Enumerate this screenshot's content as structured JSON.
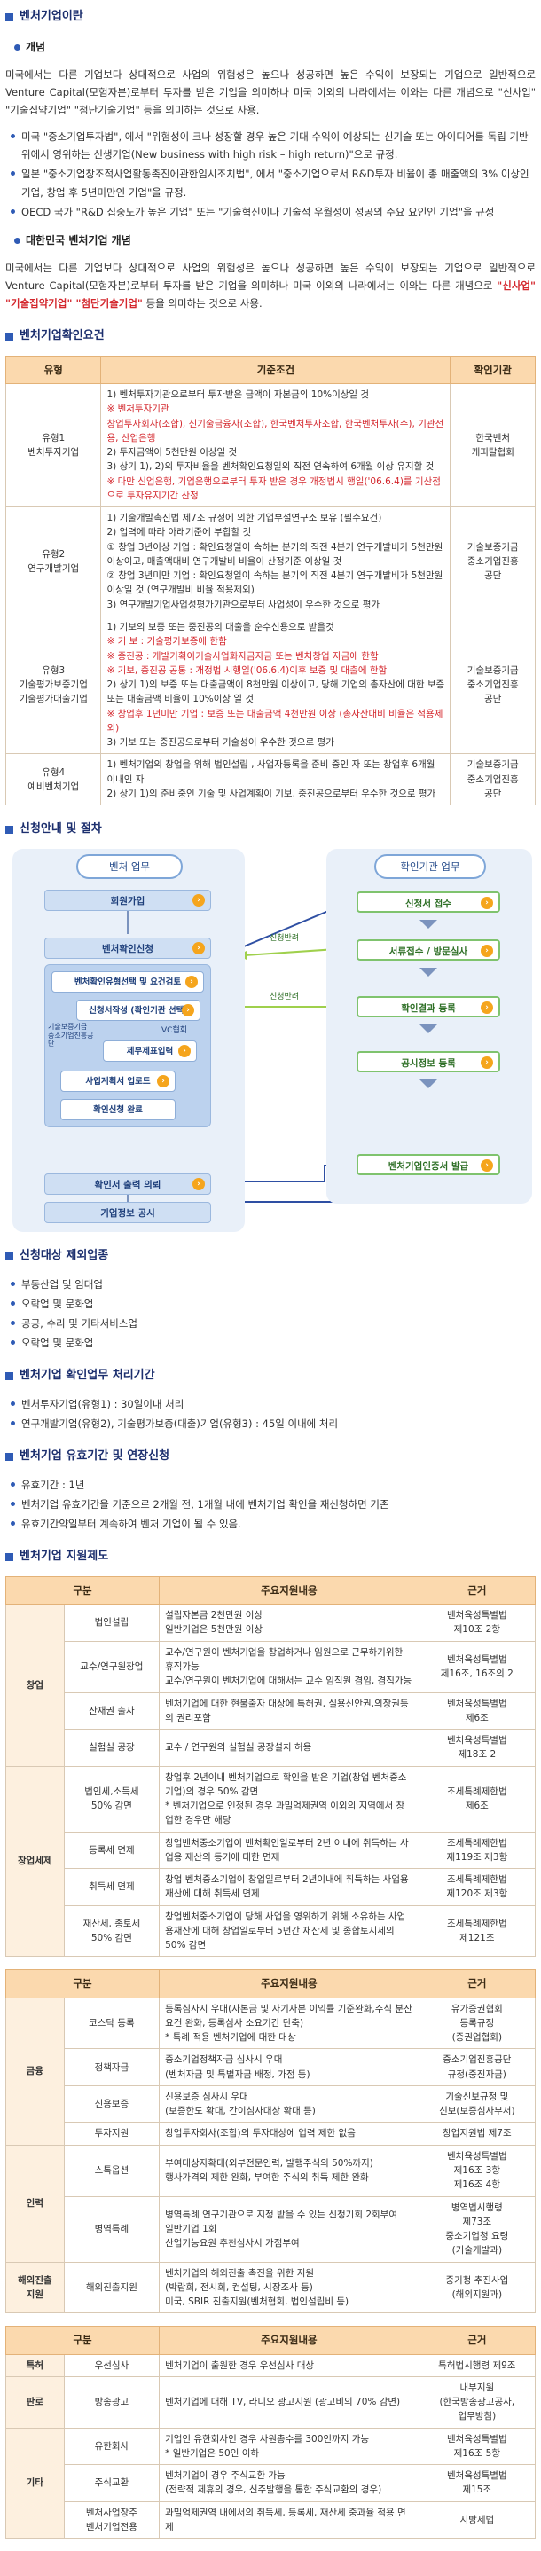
{
  "sections": {
    "s1_title": "벤처기업이란",
    "s1_sub1": "개념",
    "s1_para1": "미국에서는 다른 기업보다 상대적으로 사업의 위험성은 높으나 성공하면 높은 수익이 보장되는 기업으로 일반적으로 Venture Capital(모험자본)로부터 투자를 받은 기업을 의미하나 미국 이외의 나라에서는 이와는 다른 개념으로 \"신사업\" \"기술집약기업\" \"첨단기술기업\" 등을 의미하는 것으로 사용.",
    "s1_bullets": [
      "미국 \"중소기업투자법\", 에서 \"위험성이 크나 성장할 경우 높은 기대 수익이 예상되는 신기술 또는 아이디어를 독립 기반위에서 영위하는 신생기업(New business with high risk – high return)\"으로 규정.",
      "일본 \"중소기업창조적사업활동촉진에관한임시조치법\", 에서 \"중소기업으로서 R&D투자 비율이 총 매출액의 3% 이상인 기업, 창업 후 5년미만인 기업\"을 규정.",
      "OECD 국가 \"R&D 집중도가 높은 기업\" 또는 \"기술혁신이나 기술적 우월성이 성공의 주요 요인인 기업\"을 규정"
    ],
    "s1_sub2": "대한민국 벤처기업 개념",
    "s1_para2_pre": "미국에서는 다른 기업보다 상대적으로 사업의 위험성은 높으나 성공하면 높은 수익이 보장되는 기업으로 일반적으로 Venture Capital(모험자본)로부터 투자를 받은 기업을 의미하나 미국 이외의 나라에서는 이와는 다른 개념으로 ",
    "s1_para2_red": "\"신사업\" \"기술집약기업\" \"첨단기술기업\"",
    "s1_para2_post": " 등을 의미하는 것으로 사용.",
    "s2_title": "벤처기업확인요건",
    "s3_title": "신청안내 및 절차",
    "s4_title": "신청대상 제외업종",
    "s4_items": [
      "부동산업 및 임대업",
      "오락업 및 문화업",
      "공공, 수리 및 기타서비스업",
      "오락업 및 문화업"
    ],
    "s5_title": "벤처기업 확인업무 처리기간",
    "s5_items": [
      "벤처투자기업(유형1) : 30일이내 처리",
      "연구개발기업(유형2), 기술평가보증(대출)기업(유형3) : 45일 이내에 처리"
    ],
    "s6_title": "벤처기업 유효기간 및 연장신청",
    "s6_items": [
      "유효기간 : 1년",
      "벤처기업 유효기간을 기준으로 2개월 전, 1개월 내에 벤처기업 확인을 재신청하면 기존",
      "유효기간약일부터 계속하여 벤처 기업이 될 수 있음."
    ],
    "s7_title": "벤처기업 지원제도"
  },
  "requirements_table": {
    "headers": [
      "유형",
      "기준조건",
      "확인기관"
    ],
    "rows": [
      {
        "type": "유형1\n벤처투자기업",
        "cond_lines": [
          {
            "t": "1) 벤처투자기관으로부터 투자받은 금액이 자본금의 10%이상일 것",
            "red": false
          },
          {
            "t": "※ 벤처투자기관",
            "red": true
          },
          {
            "t": "창업투자회사(조합), 신기술금융사(조합), 한국벤처투자조합, 한국벤처투자(주), 기관전용, 산업은행",
            "red": true
          },
          {
            "t": "2) 투자금액이 5천만원 이상일 것",
            "red": false
          },
          {
            "t": "3) 상기 1), 2)의 투자비율을 벤처확인요청일의 직전 연속하여 6개월 이상 유지할 것",
            "red": false
          },
          {
            "t": "※ 다만 신업은행, 기업은행으로부터 투자 받은 경우 개정법시 행일('06.6.4)를 기산점으로 투자유지기간 산정",
            "red": true
          }
        ],
        "org": "한국벤처\n캐피탈협회"
      },
      {
        "type": "유형2\n연구개발기업",
        "cond_lines": [
          {
            "t": "1) 기술개발촉진법 제7조 규정에 의한 기업부설연구소 보유 (필수요건)",
            "red": false
          },
          {
            "t": "2) 업력에 따라 아래기준에 부합할 것",
            "red": false
          },
          {
            "t": "① 창업 3년이상 기업 : 확인요청일이 속하는 분기의 직전 4분기 연구개발비가 5천만원 이상이고, 매출액대비 연구개발비 비율이 산정기준 이상일 것",
            "red": false
          },
          {
            "t": "② 창업 3년미만 기업 : 확인요청일이 속하는 분기의 직전 4분기 연구개발비가 5천만원 이상일 것 (연구개발비 비율 적용제외)",
            "red": false
          },
          {
            "t": "3) 연구개발기업사업성평가기관으로부터 사업성이 우수한 것으로 평가",
            "red": false
          }
        ],
        "org": "기술보증기금\n중소기업진흥\n공단"
      },
      {
        "type": "유형3\n기술평가보증기업\n기술평가대출기업",
        "cond_lines": [
          {
            "t": "1) 기보의 보증 또는 중진공의 대출을 순수신용으로 받을것",
            "red": false
          },
          {
            "t": "※ 기 보 : 기술평가보증에 한함",
            "red": true
          },
          {
            "t": "※ 중진공 : 개발기획이기술사업화자금자금 또는 벤처창업 자금에 한함",
            "red": true
          },
          {
            "t": "※ 기보, 중진공 공통 : 개정법 시행일('06.6.4)이후 보증 및 대출에 한함",
            "red": true
          },
          {
            "t": "2) 상기 1)의 보증 또는 대출금액이 8천만원 이상이고, 당해 기업의 총자산에 대한 보증 또는 대출금액 비율이 10%이상 일 것",
            "red": false
          },
          {
            "t": "※ 창업후 1년미만 기업 : 보증 또는 대출금액 4천만원 이상 (총자산대비 비율은 적용제외)",
            "red": true
          },
          {
            "t": "3) 기보 또는 중진공으로부터 기술성이 우수한 것으로 평가",
            "red": false
          }
        ],
        "org": "기술보증기금\n중소기업진흥\n공단"
      },
      {
        "type": "유형4\n예비벤처기업",
        "cond_lines": [
          {
            "t": "1) 벤처기업의 창업을 위해 법인설립 , 사업자등록을 준비 중인 자 또는 창업후 6개월 이내인 자",
            "red": false
          },
          {
            "t": "2) 상기 1)의 준비중인 기술 및 사업계획이 기보, 중진공으로부터 우수한 것으로 평가",
            "red": false
          }
        ],
        "org": "기술보증기금\n중소기업진흥\n공단"
      }
    ]
  },
  "process": {
    "left_head": "벤처 업무",
    "right_head": "확인기관 업무",
    "left_steps": [
      "회원가입",
      "벤처확인신청",
      "확인서 출력 의뢰",
      "기업정보 공시"
    ],
    "inner_steps": [
      "벤처확인유형선택 및 요건검토",
      "신청서작성 (확인기관 선택)",
      "제무제표입력",
      "사업계획서 업로드",
      "확인신청 완료"
    ],
    "inner_side_label": "기술보증기금\n중소기업진흥공단",
    "vc_label": "VC협회",
    "right_steps": [
      "신청서 접수",
      "서류접수 / 방문실사",
      "확인결과 등록",
      "공시정보 등록",
      "벤처기업인증서 발급"
    ],
    "arrow_label_1": "신청반려",
    "arrow_label_2": "신청반려"
  },
  "support_table_1": {
    "headers": [
      "구분",
      "주요지원내용",
      "근거"
    ],
    "groups": [
      {
        "cat": "창업",
        "rows": [
          {
            "sub": "법인설립",
            "content": "설립자본금 2천만원 이상\n일반기업은 5천만원 이상",
            "basis": "벤처육성특별법\n제10조 2항"
          },
          {
            "sub": "교수/연구원창업",
            "content": "교수/연구원이 벤처기업을 창업하거나 임원으로 근무하기위한 휴직가능\n교수/연구원이 벤처기업에 대해서는 교수 임직원 겸임, 겸직가능",
            "basis": "벤처육성특별법\n제16조, 16조의 2"
          },
          {
            "sub": "산재권 출자",
            "content": "벤처기업에 대한 현물출자 대상에 특허권, 실용신안권,의장권등의 권리포함",
            "basis": "벤처육성특별법\n제6조"
          },
          {
            "sub": "실험실 공장",
            "content": "교수 / 연구원의 실험실 공장설치 허용",
            "basis": "벤처육성특별법\n제18조 2"
          }
        ]
      },
      {
        "cat": "창업세제",
        "rows": [
          {
            "sub": "법인세,소득세\n50% 감면",
            "content": "창업후 2년이내 벤처기업으로 확인을 받은 기업(창업 벤처중소기업)의 경우 50% 감면\n* 벤처기업으로 인정된 경우 과밀억제권역 이외의 지역에서 창업한 경우만 해당",
            "basis": "조세특례제한법\n제6조"
          },
          {
            "sub": "등록세 면제",
            "content": "창업벤처중소기업이 벤처확인일로부터 2년 이내에 취득하는 사업용 재산의 등기에 대한 면제",
            "basis": "조세특례제한법\n제119조 제3항"
          },
          {
            "sub": "취득세 면제",
            "content": "창업 벤처중소기업이 창업일로부터 2년이내에 취득하는 사업용 재산에 대해 취득세 면제",
            "basis": "조세특례제한법\n제120조 제3항"
          },
          {
            "sub": "재산세, 종토세\n50% 감면",
            "content": "창업벤처중소기업이 당해 사업을 영위하기 위해 소유하는 사업용재산에 대해 창업일로부터 5년간 재산세 및 종합토지세의 50% 감면",
            "basis": "조세특례제한법\n제121조"
          }
        ]
      }
    ]
  },
  "support_table_2": {
    "headers": [
      "구분",
      "주요지원내용",
      "근거"
    ],
    "groups": [
      {
        "cat": "금융",
        "rows": [
          {
            "sub": "코스닥 등록",
            "content": "등록심사시 우대(자본금 및 자기자본 이익률 기준완화,주식 분산요건 완화, 등록심사 소요기간 단축)\n* 특례 적용 벤처기업에 대한 대상",
            "basis": "유가증권협회\n등록규정\n(증권업협회)"
          },
          {
            "sub": "정책자금",
            "content": "중소기업정책자금 심사시 우대\n(벤처자금 및 특별자금 배정, 가점 등)",
            "basis": "중소기업진흥공단\n규정(중진자금)"
          },
          {
            "sub": "신용보증",
            "content": "신용보증 심사시 우대\n(보증한도 확대, 간이심사대상 확대 등)",
            "basis": "기술신보규정 및\n신보(보증심사부서)"
          },
          {
            "sub": "투자지원",
            "content": "창업투자회사(조합)의 투자대상에 업력 제한 없음",
            "basis": "창업지원법 제7조"
          }
        ]
      },
      {
        "cat": "인력",
        "rows": [
          {
            "sub": "스톡옵션",
            "content": "부여대상자확대(외부전문인력, 발행주식의 50%까지)\n행사가격의 제한 완화, 부여한 주식의 취득 제한 완화",
            "basis": "벤처육성특별법\n제16조 3항\n제16조 4항"
          },
          {
            "sub": "병역특례",
            "content": "병역특례 연구기관으로 지정 받을 수 있는 신청기회 2회부여\n일반기업 1회\n산업기능요원 추천심사시 가점부여",
            "basis": "병역법시행령\n제73조\n중소기업청 요령\n(기술개발과)"
          }
        ]
      },
      {
        "cat": "해외진출\n지원",
        "rows": [
          {
            "sub": "해외진출지원",
            "content": "벤처기업의 해외진출 촉진을 위한 지원\n(박람회, 전시회, 컨설팅, 시장조사 등)\n미국, SBIR 진출지원(벤처협회, 법인설립비 등)",
            "basis": "중기청 추진사업\n(해외지원과)"
          }
        ]
      }
    ]
  },
  "support_table_3": {
    "headers": [
      "구분",
      "주요지원내용",
      "근거"
    ],
    "groups": [
      {
        "cat": "특허",
        "rows": [
          {
            "sub": "우선심사",
            "content": "벤처기업이 출원한 경우 우선심사 대상",
            "basis": "특허법시행령 제9조"
          }
        ]
      },
      {
        "cat": "판로",
        "rows": [
          {
            "sub": "방송광고",
            "content": "벤처기업에 대해 TV, 라디오 광고지원 (광고비의 70% 감면)",
            "basis": "내부지원\n(한국방송광고공사,\n업무방침)"
          }
        ]
      },
      {
        "cat": "기타",
        "rows": [
          {
            "sub": "유한회사",
            "content": "기업인 유한회사인 경우 사원총수를 300인까지 가능\n* 일반기업은 50인 이하",
            "basis": "벤처육성특별법\n제16조 5항"
          },
          {
            "sub": "주식교환",
            "content": "벤처기업이 경우 주식교환 가능\n(전략적 제휴의 경우, 신주발행을 통한 주식교환의 경우)",
            "basis": "벤처육성특별법\n제15조"
          },
          {
            "sub": "벤처사업장주\n벤처기업전용",
            "content": "과밀억제권역 내에서의 취득세, 등록세, 재산세 중과율 적용 면제",
            "basis": "지방세법"
          }
        ]
      }
    ]
  }
}
